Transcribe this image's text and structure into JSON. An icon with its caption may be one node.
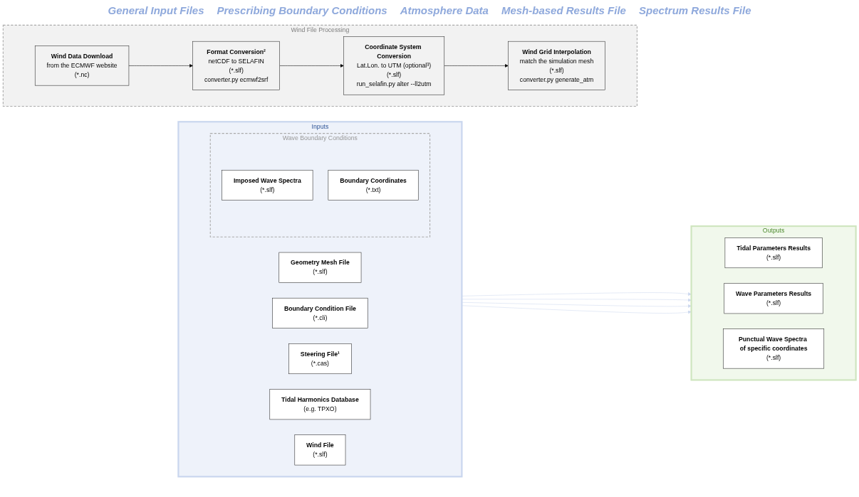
{
  "diagram": {
    "nodes": [
      {
        "text": [
          "Inputs"
        ]
      },
      {
        "text": [
          "Geometry Mesh File",
          "(*.slf)"
        ],
        "in": 0
      },
      {
        "text": [
          "Boundary Condition File",
          "(*.cli)"
        ],
        "in": 0
      },
      {
        "text": [
          "Steering File¹",
          "(*.cas)"
        ],
        "in": 0
      },
      {
        "text": [
          "Tidal Harmonics Database",
          "(e.g. TPXO)"
        ],
        "in": 0
      },
      {
        "text": [
          "Wave Boundary Conditions"
        ],
        "in": 0
      },
      {
        "text": [
          "Imposed Wave Spectra",
          "(*.slf)"
        ],
        "in": 5
      },
      {
        "text": [
          "Boundary Coordinates",
          "(*.txt)"
        ],
        "in": 5
      },
      {
        "text": [
          "Wind File",
          "(*.slf)"
        ],
        "in": 0
      },
      {
        "text": [
          "Outputs"
        ]
      },
      {
        "text": [
          "Tidal Parameters Results",
          "(*.slf)"
        ],
        "in": 9
      },
      {
        "text": [
          "Wave Parameters Results",
          "(*.slf)"
        ],
        "in": 9
      },
      {
        "text": [
          "Punctual Wave Spectra of specific coordinates",
          "(*.slf)"
        ],
        "in": 9
      },
      {
        "text": [
          "Wind File Processing"
        ]
      },
      {
        "text": [
          "Wind Data Download",
          "from the ECMWF website",
          "(*.nc)"
        ],
        "in": 13
      },
      {
        "text": [
          "Format Conversion²",
          "netCDF to SELAFIN",
          "(*.slf)",
          "converter.py ecmwf2srf"
        ],
        "in": 13
      },
      {
        "text": [
          "Coordinate System Conversion",
          "Lat.Lon. to UTM (optional³)",
          "(*.slf)",
          "run_selafin.py alter --ll2utm"
        ],
        "in": 13
      },
      {
        "text": [
          "Wind Grid Interpolation",
          "match the simulation mesh",
          "(*.slf)",
          "converter.py generate_atm"
        ],
        "in": 13
      }
    ],
    "edges": [
      {
        "from": 0,
        "to": 9,
        "arrow": "to",
        "color": "#cdd9ef"
      },
      {
        "from": 0,
        "to": 9,
        "arrow": "to",
        "color": "#cdd9ef"
      },
      {
        "from": 0,
        "to": 9,
        "arrow": "to",
        "color": "#cdd9ef"
      },
      {
        "from": 0,
        "to": 9,
        "arrow": "to",
        "color": "#cdd9ef"
      },
      {
        "from": 14,
        "to": 15,
        "arrow": "to",
        "color": "#000000"
      },
      {
        "from": 15,
        "to": 16,
        "arrow": "to",
        "color": "#000000"
      },
      {
        "from": 16,
        "to": 17,
        "arrow": "to",
        "color": "#000000"
      }
    ],
    "labels": [
      "General Input Files",
      "Prescribing Boundary Conditions",
      "Atmosphere Data",
      "Mesh-based Results File",
      "Spectrum Results File"
    ]
  }
}
